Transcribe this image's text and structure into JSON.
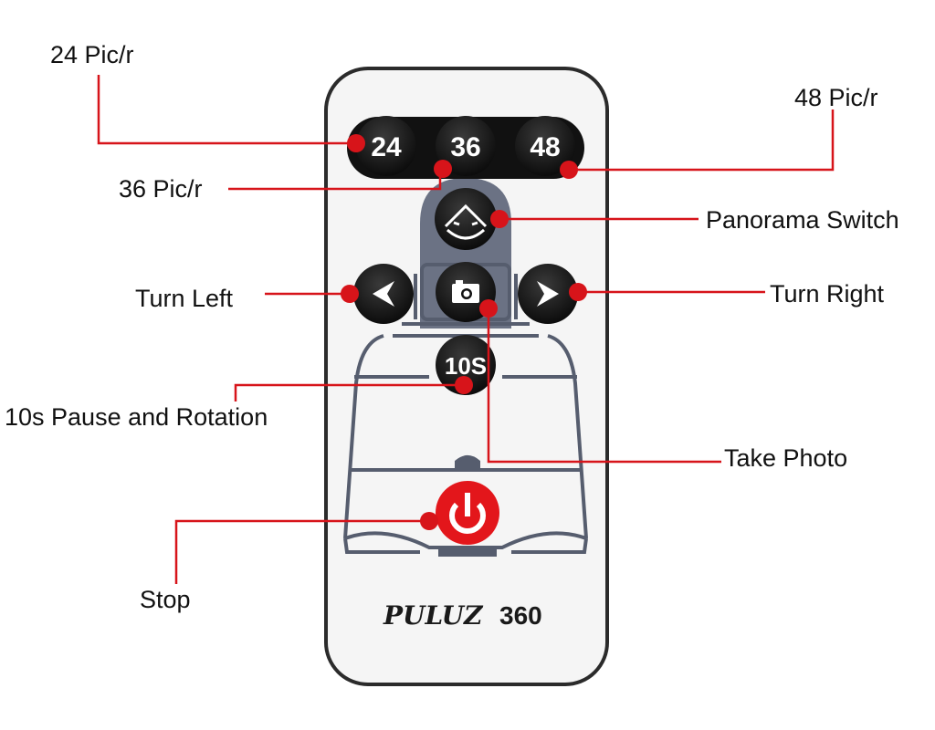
{
  "remote": {
    "brand": "PULUZ",
    "model": "360",
    "buttons": {
      "b24": "24",
      "b36": "36",
      "b48": "48",
      "timer": "10S"
    },
    "icons": [
      "panorama-icon",
      "arrow-left-icon",
      "camera-icon",
      "arrow-right-icon",
      "power-icon"
    ]
  },
  "labels": {
    "pic24": "24 Pic/r",
    "pic36": "36 Pic/r",
    "pic48": "48 Pic/r",
    "panorama": "Panorama Switch",
    "turn_left": "Turn Left",
    "turn_right": "Turn Right",
    "pause": "10s Pause and Rotation",
    "take_photo": "Take Photo",
    "stop": "Stop"
  },
  "colors": {
    "callout": "#d7141a",
    "power": "#e3161b",
    "button": "#1a1a1a",
    "outline": "#565d6e"
  }
}
